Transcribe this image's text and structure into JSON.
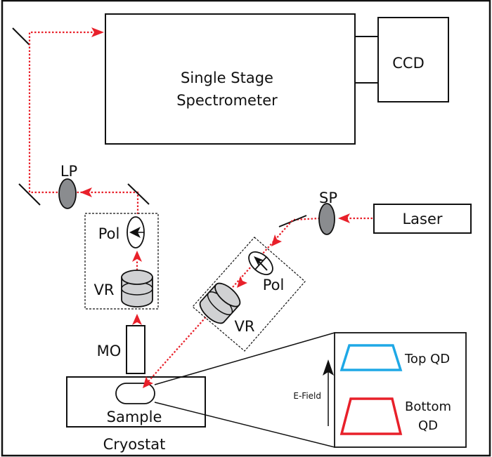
{
  "labels": {
    "spectrometer_line1": "Single Stage",
    "spectrometer_line2": "Spectrometer",
    "ccd": "CCD",
    "lp": "LP",
    "sp": "SP",
    "laser": "Laser",
    "pol_detection": "Pol",
    "vr_detection": "VR",
    "pol_excitation": "Pol",
    "vr_excitation": "VR",
    "mo": "MO",
    "sample": "Sample",
    "cryostat": "Cryostat",
    "efield": "E-Field",
    "top_qd": "Top QD",
    "bottom_qd_line1": "Bottom",
    "bottom_qd_line2": "QD"
  },
  "colors": {
    "beam": "#e8202a",
    "top_qd": "#1ea8e6",
    "bottom_qd": "#e8202a",
    "lens_fill": "#8a8c8f",
    "retarder_fill": "#d0d1d3"
  }
}
